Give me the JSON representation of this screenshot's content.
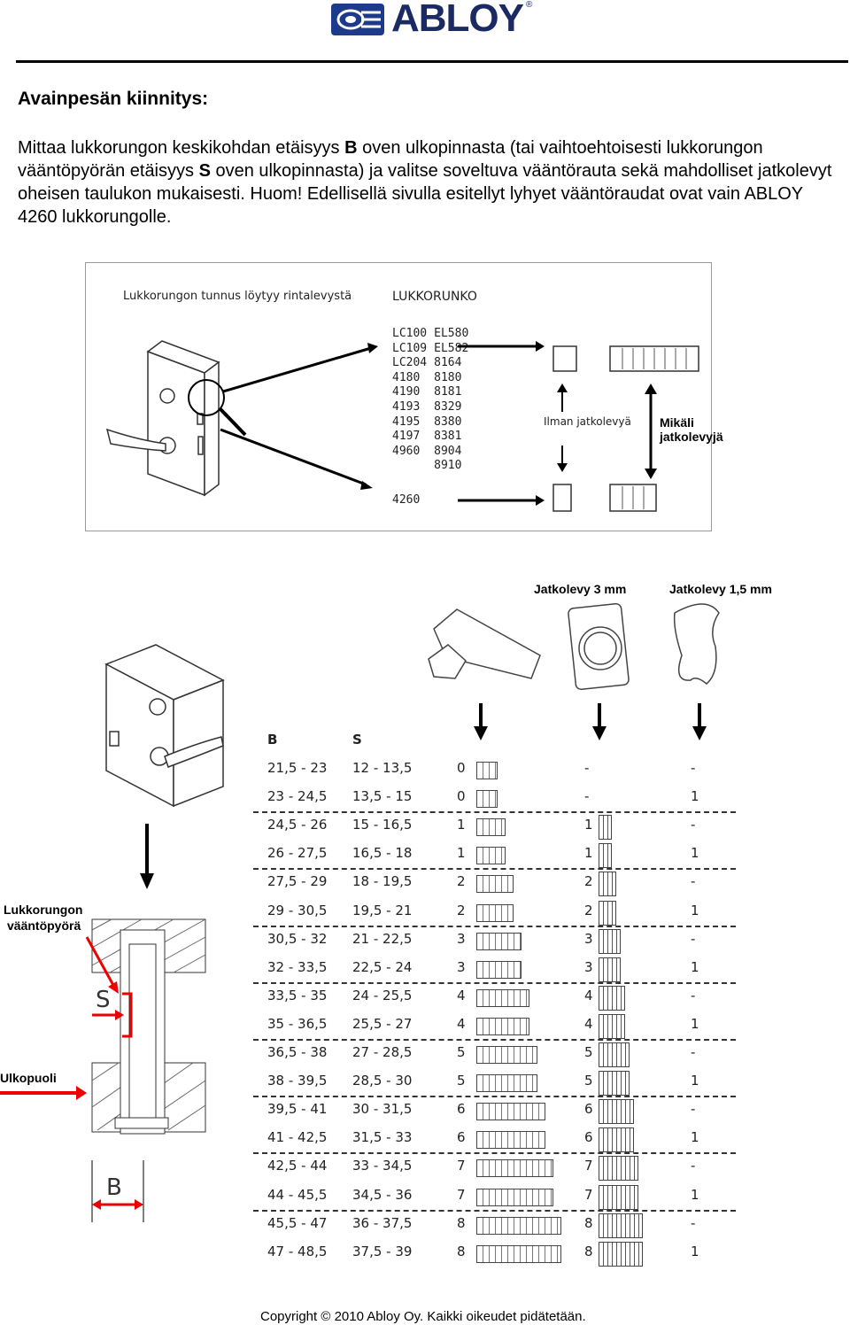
{
  "brand": "ABLOY",
  "brand_mark": "®",
  "heading": "Avainpesän kiinnitys:",
  "intro_parts": [
    "Mittaa lukkorungon keskikohdan etäisyys ",
    "B",
    " oven ulkopinnasta (tai vaihtoehtoisesti lukkorungon vääntöpyörän etäisyys ",
    "S",
    " oven ulkopinnasta) ja valitse soveltuva vääntörauta sekä mahdolliset jatkolevyt oheisen taulukon mukaisesti. Huom! Edellisellä sivulla esitellyt lyhyet vääntöraudat ovat vain ABLOY 4260 lukkorungolle."
  ],
  "fig1": {
    "caption_left": "Lukkorungon tunnus löytyy rintalevystä",
    "caption_right": "LUKKORUNKO",
    "codes_col1": [
      "LC100",
      "LC109",
      "LC204",
      "4180",
      "4190",
      "4193",
      "4195",
      "4197",
      "4960"
    ],
    "codes_col2": [
      "EL580",
      "EL582",
      "8164",
      "8180",
      "8181",
      "8329",
      "8380",
      "8381",
      "8904",
      "8910"
    ],
    "code_4260": "4260",
    "label_ilman": "Ilman jatkolevyä",
    "label_mikali": "Mikäli jatkolevyjä"
  },
  "fig2": {
    "label_jatkolevy3": "Jatkolevy 3 mm",
    "label_jatkolevy15": "Jatkolevy 1,5 mm",
    "label_lukkorungon": "Lukkorungon",
    "label_vaantopyora": "vääntöpyörä",
    "label_ulkopuoli": "Ulkopuoli",
    "letter_S": "S",
    "letter_B": "B",
    "header_B": "B",
    "header_S": "S",
    "rows": [
      {
        "b": "21,5 - 23",
        "s": "12  - 13,5",
        "n": "0",
        "j3": "-",
        "j15": "-"
      },
      {
        "b": "23  - 24,5",
        "s": "13,5 - 15",
        "n": "0",
        "j3": "-",
        "j15": "1"
      },
      {
        "b": "24,5 - 26",
        "s": "15  - 16,5",
        "n": "1",
        "j3": "1",
        "j15": "-"
      },
      {
        "b": "26  - 27,5",
        "s": "16,5 - 18",
        "n": "1",
        "j3": "1",
        "j15": "1"
      },
      {
        "b": "27,5 - 29",
        "s": "18  - 19,5",
        "n": "2",
        "j3": "2",
        "j15": "-"
      },
      {
        "b": "29  - 30,5",
        "s": "19,5 - 21",
        "n": "2",
        "j3": "2",
        "j15": "1"
      },
      {
        "b": "30,5 - 32",
        "s": "21  - 22,5",
        "n": "3",
        "j3": "3",
        "j15": "-"
      },
      {
        "b": "32  - 33,5",
        "s": "22,5 - 24",
        "n": "3",
        "j3": "3",
        "j15": "1"
      },
      {
        "b": "33,5 - 35",
        "s": "24  - 25,5",
        "n": "4",
        "j3": "4",
        "j15": "-"
      },
      {
        "b": "35  - 36,5",
        "s": "25,5 - 27",
        "n": "4",
        "j3": "4",
        "j15": "1"
      },
      {
        "b": "36,5 - 38",
        "s": "27  - 28,5",
        "n": "5",
        "j3": "5",
        "j15": "-"
      },
      {
        "b": "38  - 39,5",
        "s": "28,5 - 30",
        "n": "5",
        "j3": "5",
        "j15": "1"
      },
      {
        "b": "39,5 - 41",
        "s": "30  - 31,5",
        "n": "6",
        "j3": "6",
        "j15": "-"
      },
      {
        "b": "41  - 42,5",
        "s": "31,5 - 33",
        "n": "6",
        "j3": "6",
        "j15": "1"
      },
      {
        "b": "42,5 - 44",
        "s": "33  - 34,5",
        "n": "7",
        "j3": "7",
        "j15": "-"
      },
      {
        "b": "44  - 45,5",
        "s": "34,5 - 36",
        "n": "7",
        "j3": "7",
        "j15": "1"
      },
      {
        "b": "45,5 - 47",
        "s": "36  - 37,5",
        "n": "8",
        "j3": "8",
        "j15": "-"
      },
      {
        "b": "47  - 48,5",
        "s": "37,5 - 39",
        "n": "8",
        "j3": "8",
        "j15": "1"
      }
    ]
  },
  "footer": "Copyright  © 2010 Abloy Oy. Kaikki oikeudet pidätetään."
}
